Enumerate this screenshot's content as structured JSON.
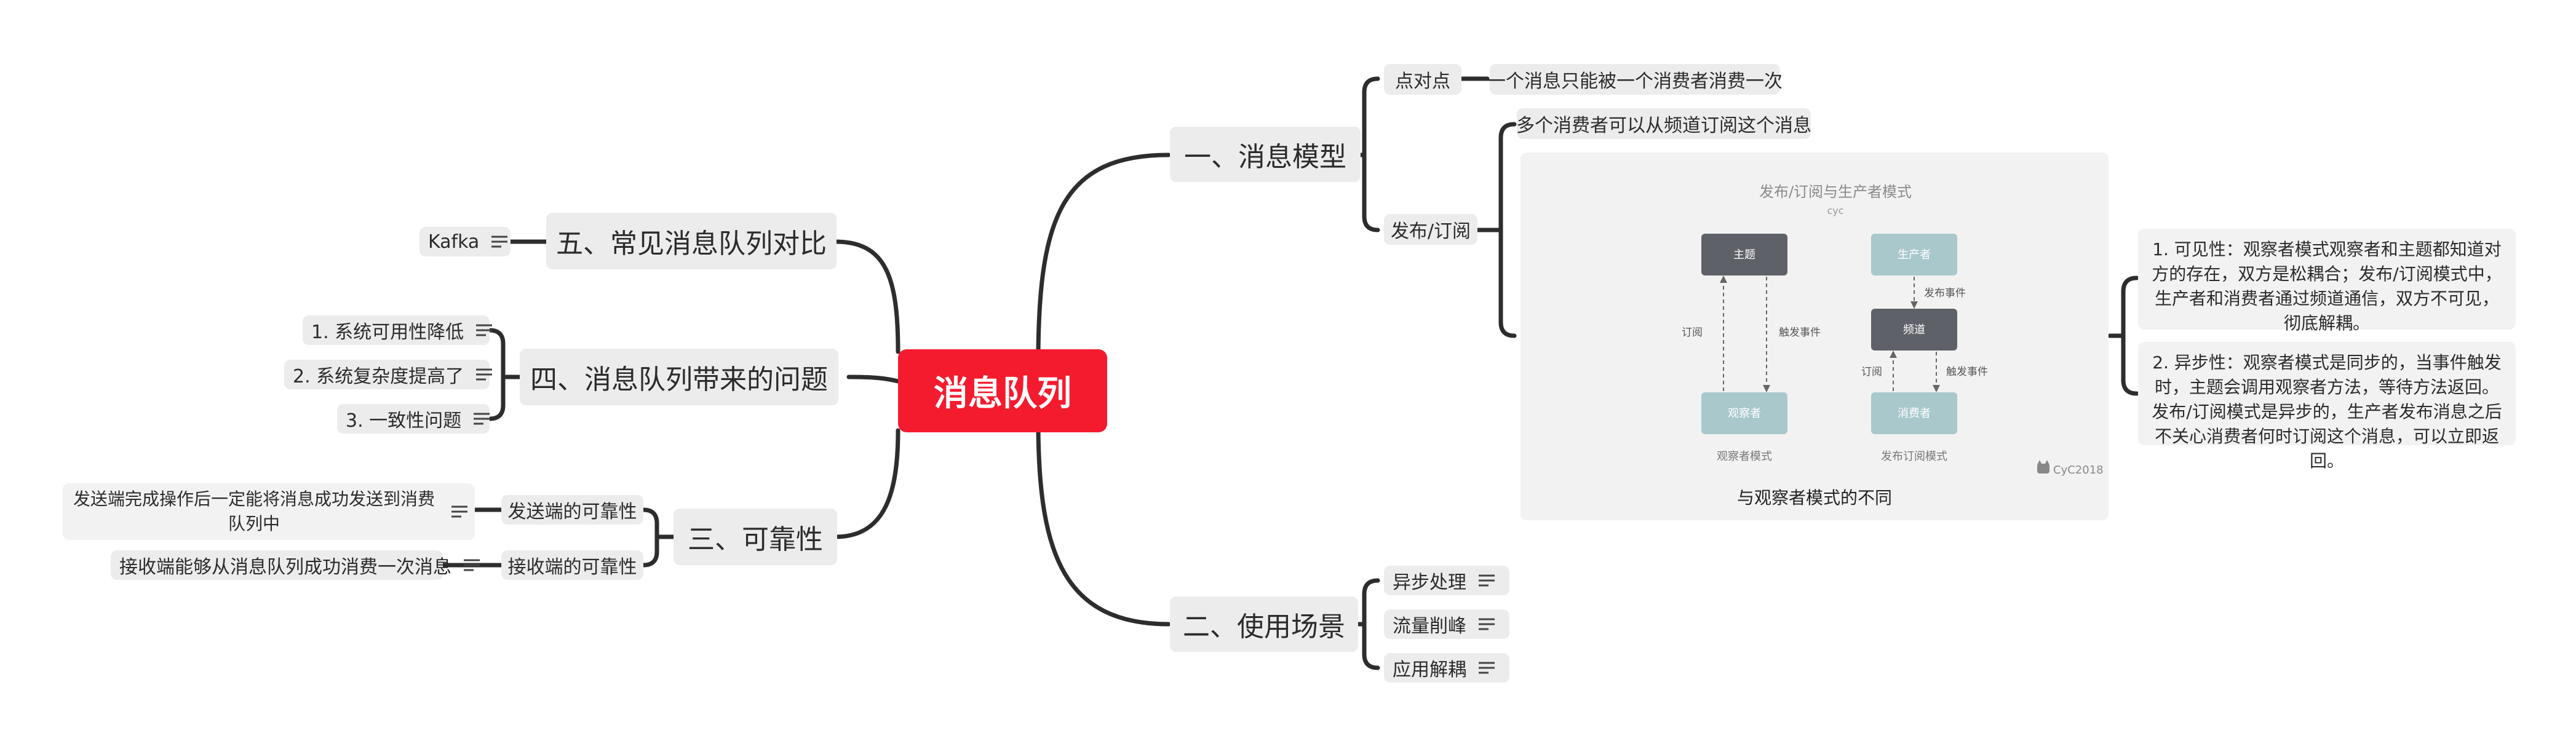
{
  "central": "消息队列",
  "right": {
    "model": {
      "title": "一、消息模型",
      "p2p": {
        "label": "点对点",
        "desc": "一个消息只能被一个消费者消费一次"
      },
      "pubsub": {
        "label": "发布/订阅",
        "desc": "多个消费者可以从频道订阅这个消息",
        "figure": {
          "title": "发布/订阅与生产者模式",
          "subtitle": "cyc",
          "subject": "主题",
          "observer": "观察者",
          "producer": "生产者",
          "channel": "频道",
          "consumer": "消费者",
          "subscribe": "订阅",
          "trigger": "触发事件",
          "publish": "发布事件",
          "observer_pattern": "观察者模式",
          "pubsub_pattern": "发布订阅模式",
          "watermark": "CyC2018",
          "caption": "与观察者模式的不同"
        },
        "notes": [
          "1. 可见性：观察者模式观察者和主题都知道对方的存在，双方是松耦合；发布/订阅模式中，生产者和消费者通过频道通信，双方不可见，彻底解耦。",
          "2. 异步性：观察者模式是同步的，当事件触发时，主题会调用观察者方法，等待方法返回。发布/订阅模式是异步的，生产者发布消息之后不关心消费者何时订阅这个消息，可以立即返回。"
        ]
      }
    },
    "scenarios": {
      "title": "二、使用场景",
      "items": [
        "异步处理",
        "流量削峰",
        "应用解耦"
      ]
    }
  },
  "left": {
    "comparison": {
      "title": "五、常见消息队列对比",
      "items": [
        "Kafka"
      ]
    },
    "problems": {
      "title": "四、消息队列带来的问题",
      "items": [
        "1. 系统可用性降低",
        "2. 系统复杂度提高了",
        "3. 一致性问题"
      ]
    },
    "reliability": {
      "title": "三、可靠性",
      "sender": {
        "label": "发送端的可靠性",
        "desc": "发送端完成操作后一定能将消息成功发送到消费队列中"
      },
      "receiver": {
        "label": "接收端的可靠性",
        "desc": "接收端能够从消息队列成功消费一次消息"
      }
    }
  },
  "colors": {
    "central": "#f51b2f",
    "node": "#ececec",
    "line": "#2d2d2d",
    "dark_box": "#5f6168",
    "teal_box": "#a9c8cc"
  }
}
